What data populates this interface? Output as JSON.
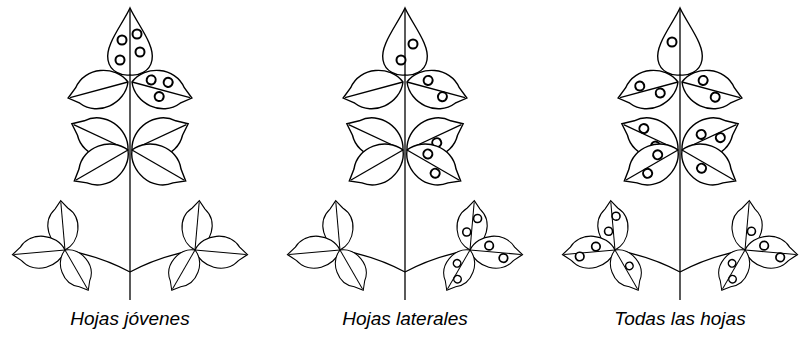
{
  "diagram": {
    "labels": [
      "Hojas jóvenes",
      "Hojas laterales",
      "Todas las hojas"
    ]
  }
}
